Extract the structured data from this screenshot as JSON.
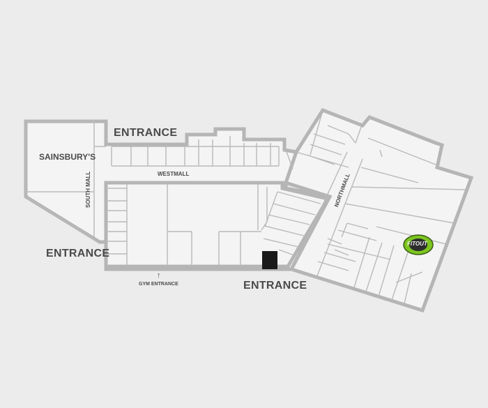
{
  "map": {
    "anchor_store": "SAINSBURY'S",
    "entrances": {
      "top": "ENTRANCE",
      "left": "ENTRANCE",
      "bottom": "ENTRANCE"
    },
    "malls": {
      "west": "WESTMALL",
      "south": "SOUTH MALL",
      "north": "NORTHMALL"
    },
    "gym_entrance": "GYM ENTRANCE",
    "gym_arrow": "↑",
    "logo_text": "FITOUT",
    "colors": {
      "background": "#ececec",
      "wall": "#b5b5b5",
      "unit_fill": "#f4f4f4",
      "highlight_unit": "#1a1a1a",
      "logo_green": "#7cc61f",
      "text": "#4a4a4a"
    }
  }
}
